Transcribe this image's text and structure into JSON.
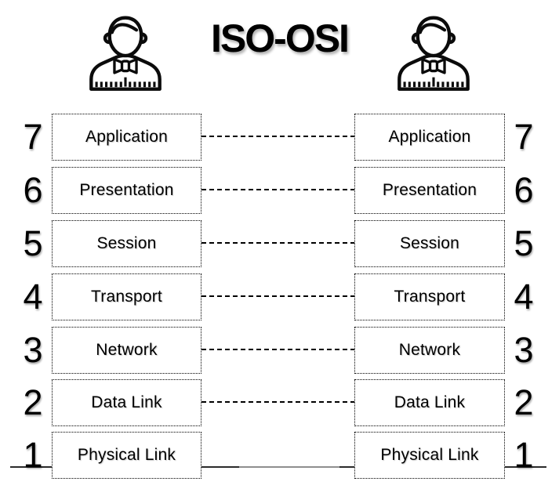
{
  "title": "ISO-OSI",
  "people": {
    "left_icon": "person-with-bow-tie-icon",
    "right_icon": "person-with-bow-tie-icon"
  },
  "layers": [
    {
      "number": "7",
      "label": "Application",
      "connector": "dashed"
    },
    {
      "number": "6",
      "label": "Presentation",
      "connector": "dashed"
    },
    {
      "number": "5",
      "label": "Session",
      "connector": "dashed"
    },
    {
      "number": "4",
      "label": "Transport",
      "connector": "dashed"
    },
    {
      "number": "3",
      "label": "Network",
      "connector": "dashed"
    },
    {
      "number": "2",
      "label": "Data Link",
      "connector": "dashed"
    },
    {
      "number": "1",
      "label": "Physical Link",
      "connector": "solid-baseline"
    }
  ],
  "colors": {
    "ink": "#000000",
    "box_background": "#ffffff",
    "baseline_gray": "#8f8f8f"
  }
}
